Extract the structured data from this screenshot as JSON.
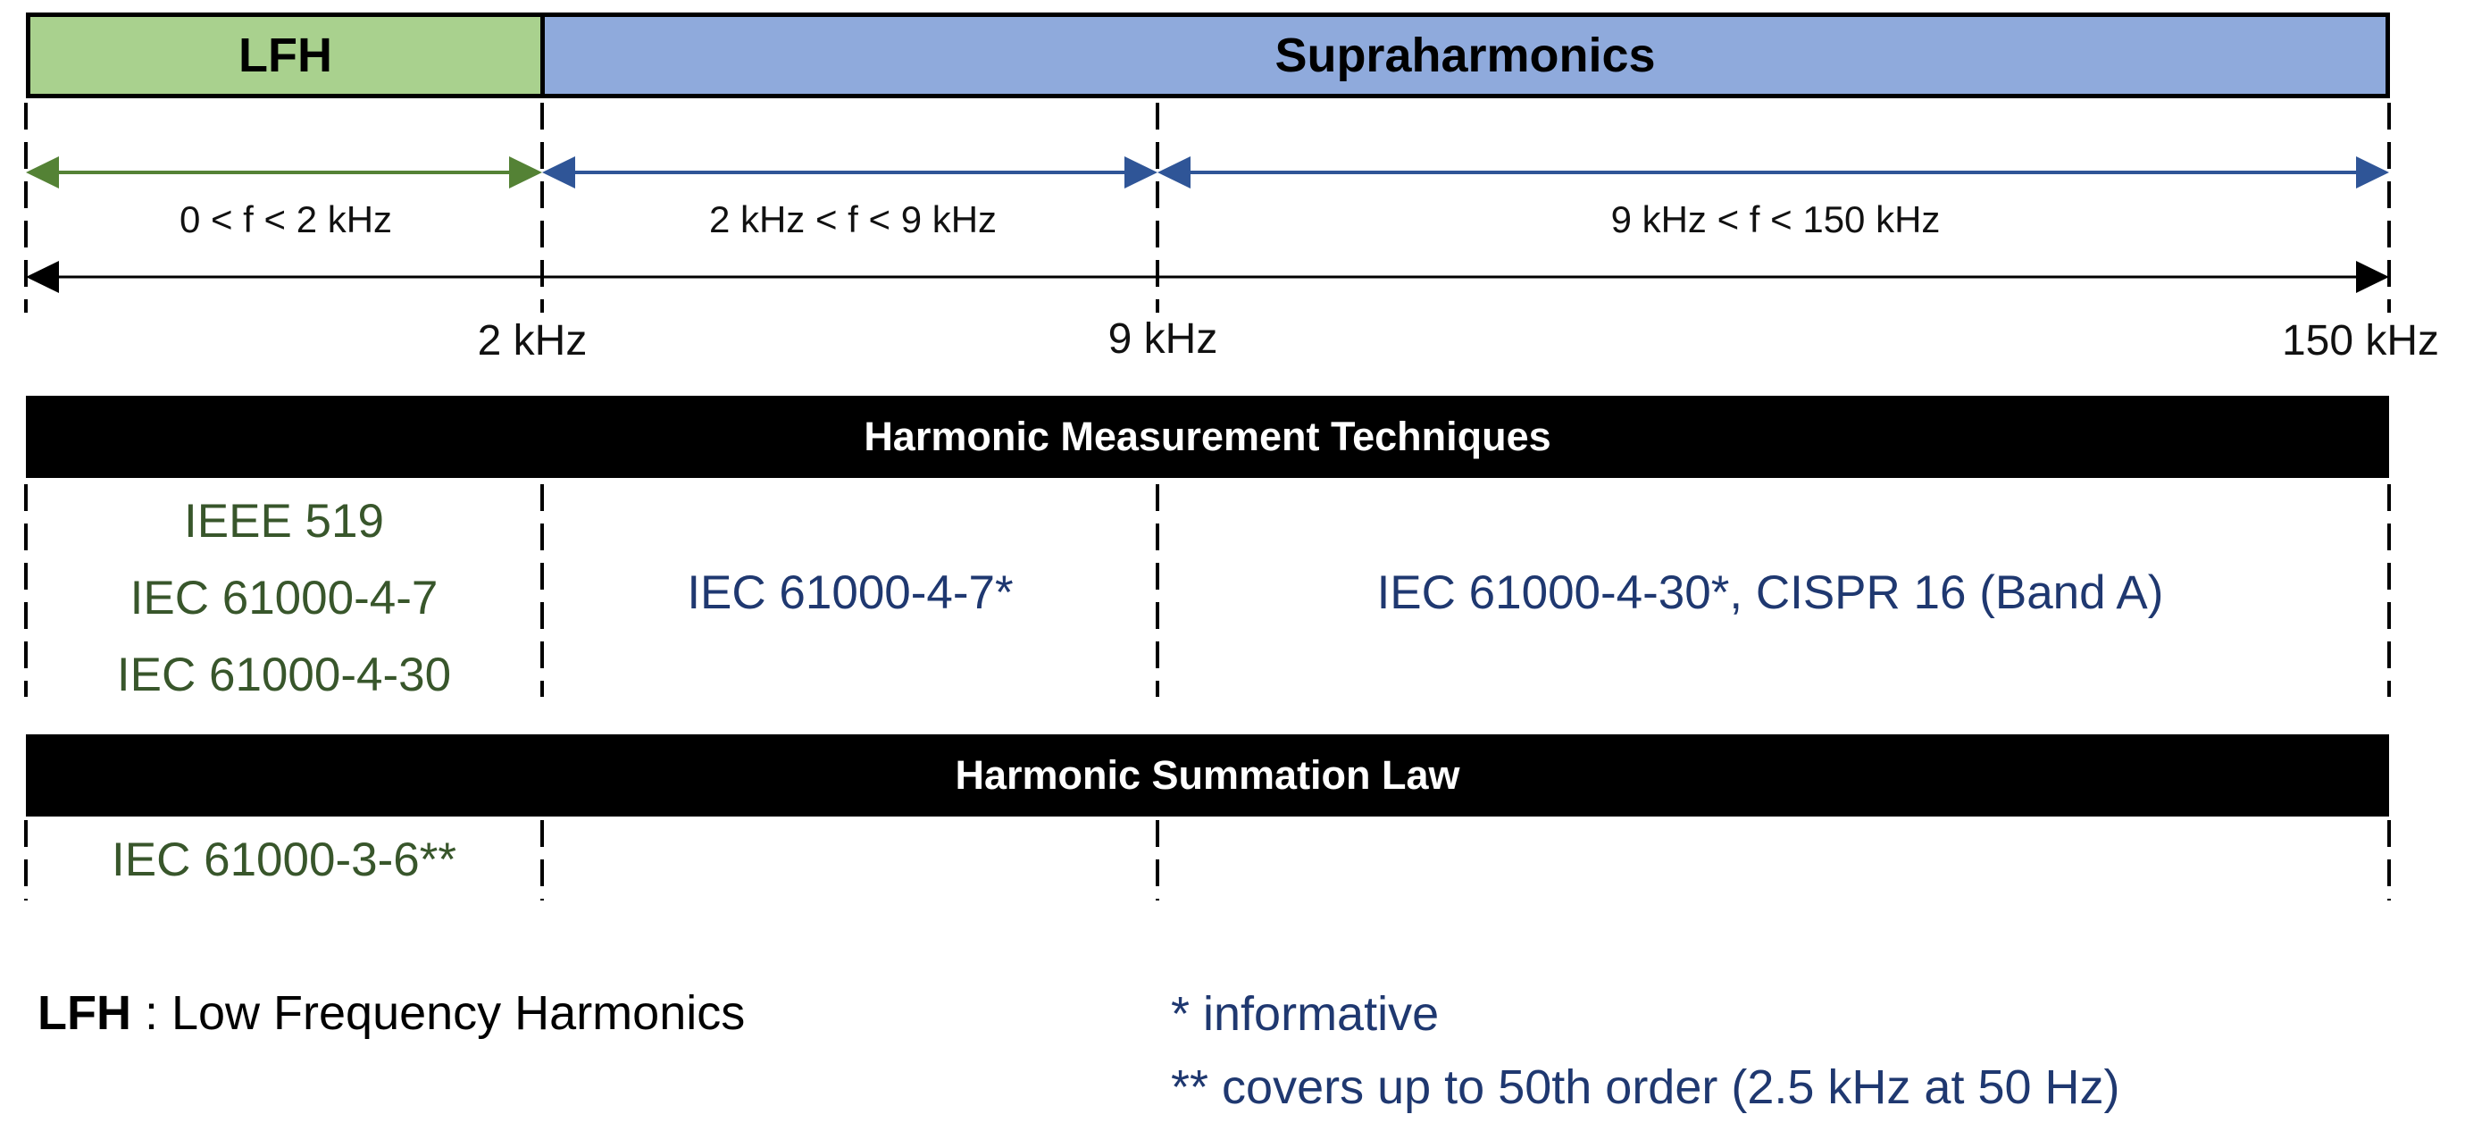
{
  "header": {
    "lfh_label": "LFH",
    "supra_label": "Supraharmonics"
  },
  "ranges": {
    "lfh": "0 < f < 2 kHz",
    "mid": "2 kHz < f < 9 kHz",
    "high": "9 kHz < f < 150 kHz"
  },
  "frequencies": {
    "f1": "2 kHz",
    "f2": "9 kHz",
    "f3": "150 kHz"
  },
  "measurement": {
    "title": "Harmonic Measurement Techniques",
    "lfh_standards": [
      "IEEE 519",
      "IEC 61000-4-7",
      "IEC 61000-4-30"
    ],
    "mid_standard": "IEC 61000-4-7*",
    "high_standard": "IEC 61000-4-30*, CISPR 16 (Band A)"
  },
  "summation": {
    "title": "Harmonic Summation Law",
    "lfh_standard": "IEC 61000-3-6**"
  },
  "legend": {
    "abbr": "LFH",
    "definition": " : Low Frequency Harmonics"
  },
  "notes": {
    "single": "* informative",
    "double": "** covers up to 50th order (2.5 kHz at 50 Hz)"
  },
  "colors": {
    "lfh_fill": "#a9d18e",
    "supra_fill": "#8faadc",
    "green_arrow": "#548235",
    "blue_arrow": "#2f5597",
    "green_text": "#38562b",
    "blue_text": "#1f3870"
  }
}
